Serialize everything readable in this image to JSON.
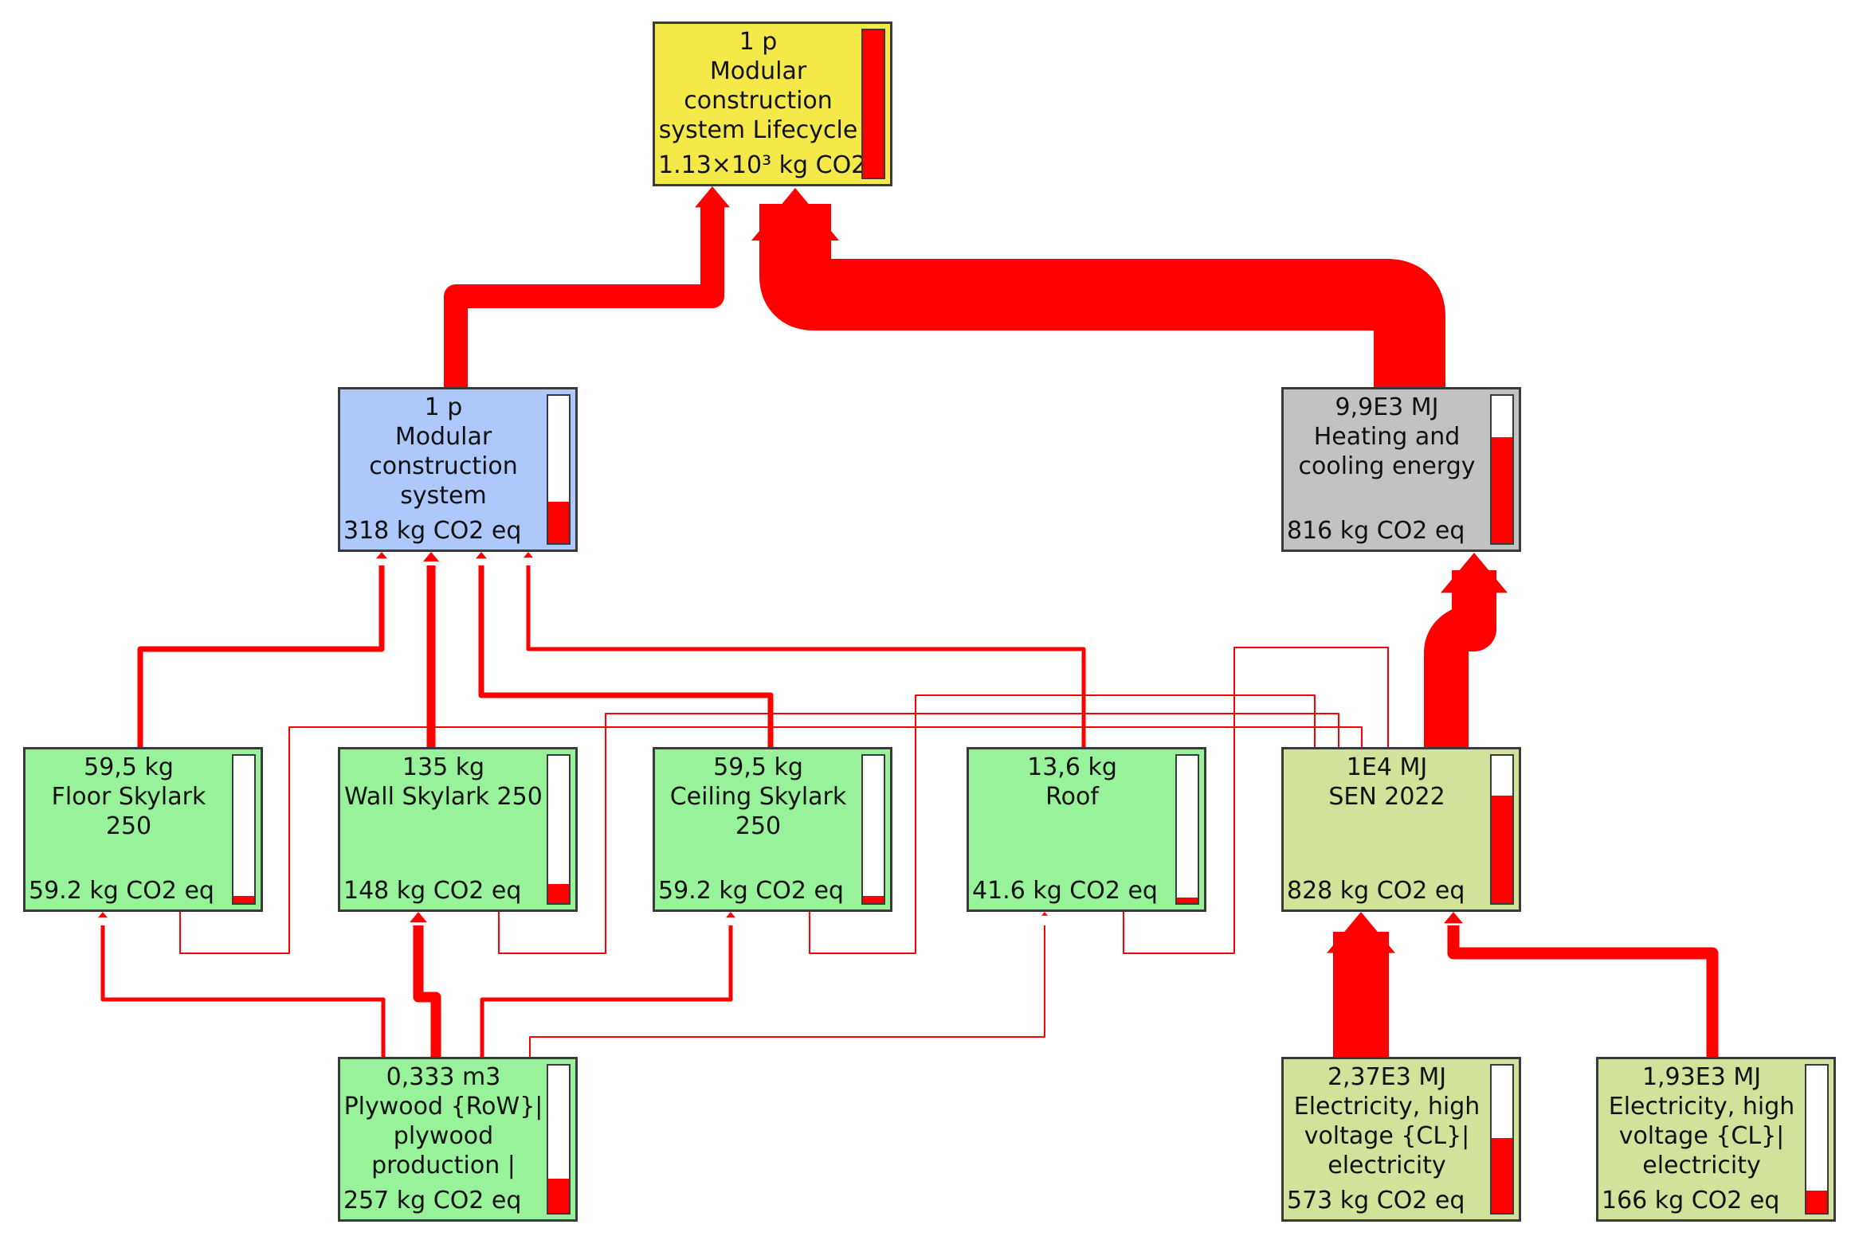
{
  "colors": {
    "flow": "#ff0000",
    "border": "#3a3a3a"
  },
  "nodes": {
    "lifecycle": {
      "lines": [
        "1 p",
        "Modular",
        "construction",
        "system Lifecycle"
      ],
      "value": "1.13×10³ kg CO2",
      "fill": 1.0,
      "color": "#f5e94a"
    },
    "modular": {
      "lines": [
        "1 p",
        "Modular",
        "construction",
        "system"
      ],
      "value": "318 kg CO2 eq",
      "fill": 0.28,
      "color": "#adc8fa"
    },
    "heating": {
      "lines": [
        "9,9E3 MJ",
        "Heating and",
        "cooling energy"
      ],
      "value": "816 kg CO2 eq",
      "fill": 0.72,
      "color": "#c2c2c2"
    },
    "floor": {
      "lines": [
        "59,5 kg",
        "Floor Skylark 250"
      ],
      "value": "59.2 kg CO2 eq",
      "fill": 0.05,
      "color": "#98f29a"
    },
    "wall": {
      "lines": [
        "135 kg",
        "Wall Skylark 250"
      ],
      "value": "148 kg CO2 eq",
      "fill": 0.13,
      "color": "#98f29a"
    },
    "ceiling": {
      "lines": [
        "59,5 kg",
        "Ceiling Skylark 250"
      ],
      "value": "59.2 kg CO2 eq",
      "fill": 0.05,
      "color": "#98f29a"
    },
    "roof": {
      "lines": [
        "13,6 kg",
        "Roof"
      ],
      "value": "41.6 kg CO2 eq",
      "fill": 0.04,
      "color": "#98f29a"
    },
    "sen": {
      "lines": [
        "1E4 MJ",
        "SEN 2022"
      ],
      "value": "828 kg CO2 eq",
      "fill": 0.73,
      "color": "#d1e29a"
    },
    "plywood": {
      "lines": [
        "0,333 m3",
        "Plywood {RoW}|",
        "plywood",
        "production |"
      ],
      "value": "257 kg CO2 eq",
      "fill": 0.23,
      "color": "#98f29a"
    },
    "elec1": {
      "lines": [
        "2,37E3 MJ",
        "Electricity, high",
        "voltage {CL}|",
        "electricity"
      ],
      "value": "573 kg CO2 eq",
      "fill": 0.51,
      "color": "#d1e29a"
    },
    "elec2": {
      "lines": [
        "1,93E3 MJ",
        "Electricity, high",
        "voltage {CL}|",
        "electricity"
      ],
      "value": "166 kg CO2 eq",
      "fill": 0.15,
      "color": "#d1e29a"
    }
  }
}
